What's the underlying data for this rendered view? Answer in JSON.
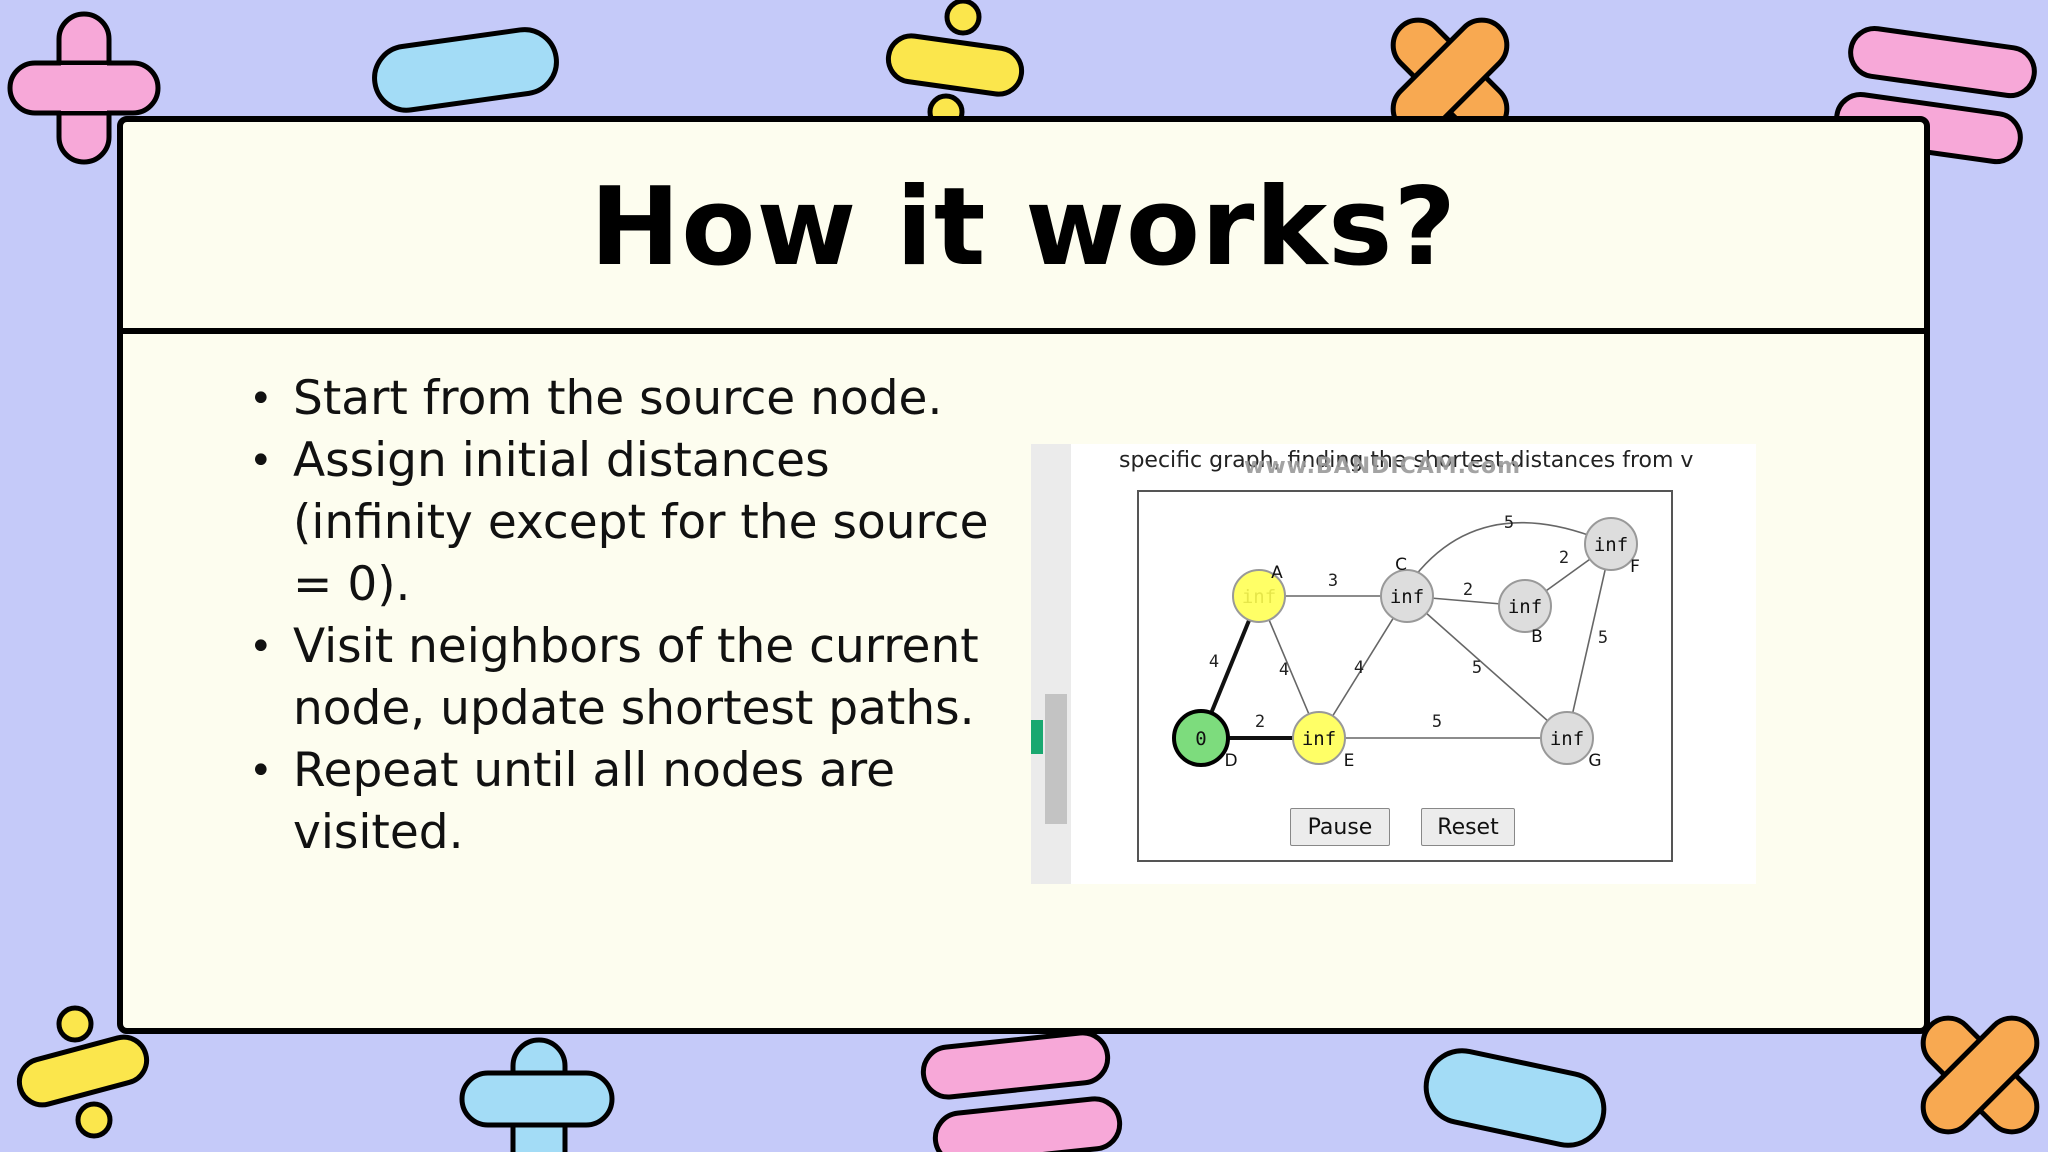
{
  "slide": {
    "title": "How it works?",
    "bullets": [
      "Start from the source node.",
      "Assign initial distances (infinity except for the source = 0).",
      "Visit neighbors of the current node, update shortest paths.",
      "Repeat until all nodes are visited."
    ]
  },
  "embedded_screenshot": {
    "caption": "specific graph, finding the shortest distances from v",
    "watermark": "www.BANDICAM.com",
    "pause_label": "Pause",
    "reset_label": "Reset"
  },
  "graph": {
    "nodes": [
      {
        "id": "A",
        "value": "inf",
        "state": "current",
        "fill": "#ffff66"
      },
      {
        "id": "C",
        "value": "inf",
        "state": "unvisited",
        "fill": "#dddddd"
      },
      {
        "id": "B",
        "value": "inf",
        "state": "unvisited",
        "fill": "#dddddd"
      },
      {
        "id": "F",
        "value": "inf",
        "state": "unvisited",
        "fill": "#dddddd"
      },
      {
        "id": "D",
        "value": "0",
        "state": "source",
        "fill": "#7ddc7d"
      },
      {
        "id": "E",
        "value": "inf",
        "state": "current",
        "fill": "#ffff66"
      },
      {
        "id": "G",
        "value": "inf",
        "state": "unvisited",
        "fill": "#dddddd"
      }
    ],
    "edges": [
      {
        "from": "A",
        "to": "C",
        "weight": "3",
        "highlight": false
      },
      {
        "from": "A",
        "to": "D",
        "weight": "4",
        "highlight": true
      },
      {
        "from": "A",
        "to": "E",
        "weight": "4",
        "highlight": false
      },
      {
        "from": "C",
        "to": "B",
        "weight": "2",
        "highlight": false
      },
      {
        "from": "C",
        "to": "F",
        "weight": "5",
        "highlight": false
      },
      {
        "from": "C",
        "to": "E",
        "weight": "4",
        "highlight": false
      },
      {
        "from": "C",
        "to": "G",
        "weight": "5",
        "highlight": false
      },
      {
        "from": "B",
        "to": "F",
        "weight": "2",
        "highlight": false
      },
      {
        "from": "F",
        "to": "G",
        "weight": "5",
        "highlight": false
      },
      {
        "from": "D",
        "to": "E",
        "weight": "2",
        "highlight": true
      },
      {
        "from": "E",
        "to": "G",
        "weight": "5",
        "highlight": false
      }
    ]
  },
  "colors": {
    "background": "#c5caf9",
    "card": "#fdfdef",
    "pink": "#f7a8d8",
    "blue": "#a3dcf6",
    "yellow": "#fbe64c",
    "orange": "#f8a951",
    "source_node": "#7ddc7d",
    "current_node": "#ffff66",
    "unvisited_node": "#dddddd"
  }
}
